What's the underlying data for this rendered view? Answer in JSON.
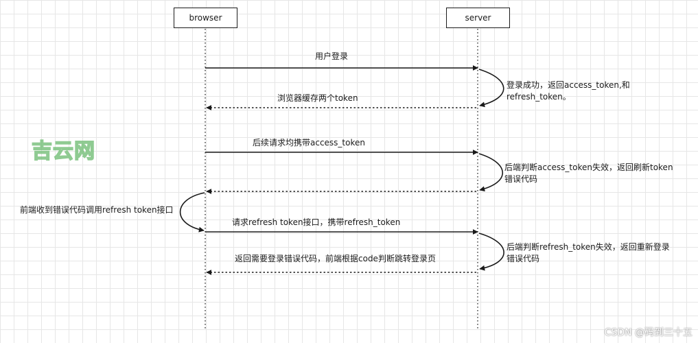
{
  "participants": {
    "browser": "browser",
    "server": "server"
  },
  "messages": {
    "login": "用户登录",
    "login_success_line1": "登录成功，返回access_token,和",
    "login_success_line2": "refresh_token。",
    "cache_tokens": "浏览器缓存两个token",
    "followup": "后续请求均携带access_token",
    "invalid_line1": "后端判断access_token失效，返回刷新token",
    "invalid_line2": "错误代码",
    "frontend_refresh": "前端收到错误代码调用refresh token接口",
    "request_refresh": "请求refresh token接口，携带refresh_token",
    "refresh_invalid_line1": "后端判断refresh_token失效，返回重新登录",
    "refresh_invalid_line2": "错误代码",
    "return_relogin": "返回需要登录错误代码，前端根据code判断跳转登录页"
  },
  "watermarks": {
    "brand": "吉云网",
    "credit": "CSDN @码到三十五"
  },
  "colors": {
    "line": "#1a1a1a",
    "brand_outline": "#7cc27f"
  }
}
